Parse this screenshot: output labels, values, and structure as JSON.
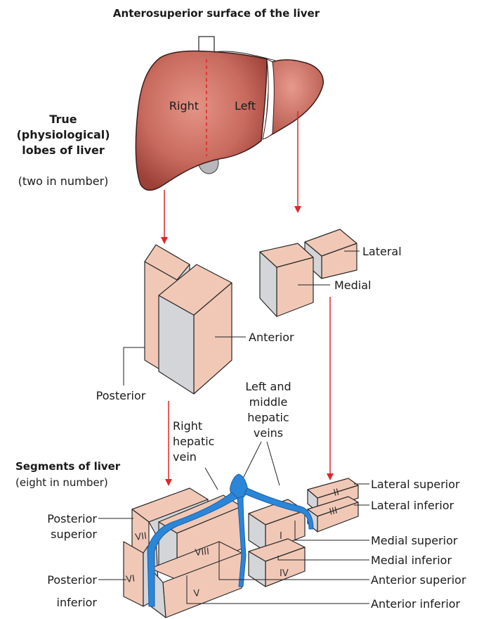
{
  "title": "Anterosuperior surface of the liver",
  "true_lobes": {
    "heading_line1": "True",
    "heading_line2": "(physiological)",
    "heading_line3": "lobes of liver",
    "count_note": "(two in number)",
    "right_label": "Right",
    "left_label": "Left"
  },
  "right_lobe_divisions": {
    "posterior": "Posterior",
    "anterior": "Anterior"
  },
  "left_lobe_divisions": {
    "lateral": "Lateral",
    "medial": "Medial"
  },
  "veins": {
    "right_line1": "Right",
    "right_line2": "hepatic",
    "right_line3": "vein",
    "left_middle_line1": "Left and",
    "left_middle_line2": "middle",
    "left_middle_line3": "hepatic",
    "left_middle_line4": "veins"
  },
  "segments": {
    "heading": "Segments of liver",
    "count_note": "(eight in number)",
    "posterior_superior_line1": "Posterior",
    "posterior_superior_line2": "superior",
    "posterior_inferior_line1": "Posterior",
    "posterior_inferior_line2": "inferior",
    "lateral_superior": "Lateral superior",
    "lateral_inferior": "Lateral inferior",
    "medial_superior": "Medial superior",
    "medial_inferior": "Medial inferior",
    "anterior_superior": "Anterior superior",
    "anterior_inferior": "Anterior inferior"
  },
  "segment_numerals": {
    "I": "I",
    "II": "II",
    "III": "III",
    "IV": "IV",
    "V": "V",
    "VI": "VI",
    "VII": "VII",
    "VIII": "VIII"
  },
  "colors": {
    "liver": "#c0635a",
    "block_face": "#f1c8b6",
    "block_side": "#d4d5d8",
    "vein": "#2b86d8",
    "arrow": "#e0252b"
  }
}
